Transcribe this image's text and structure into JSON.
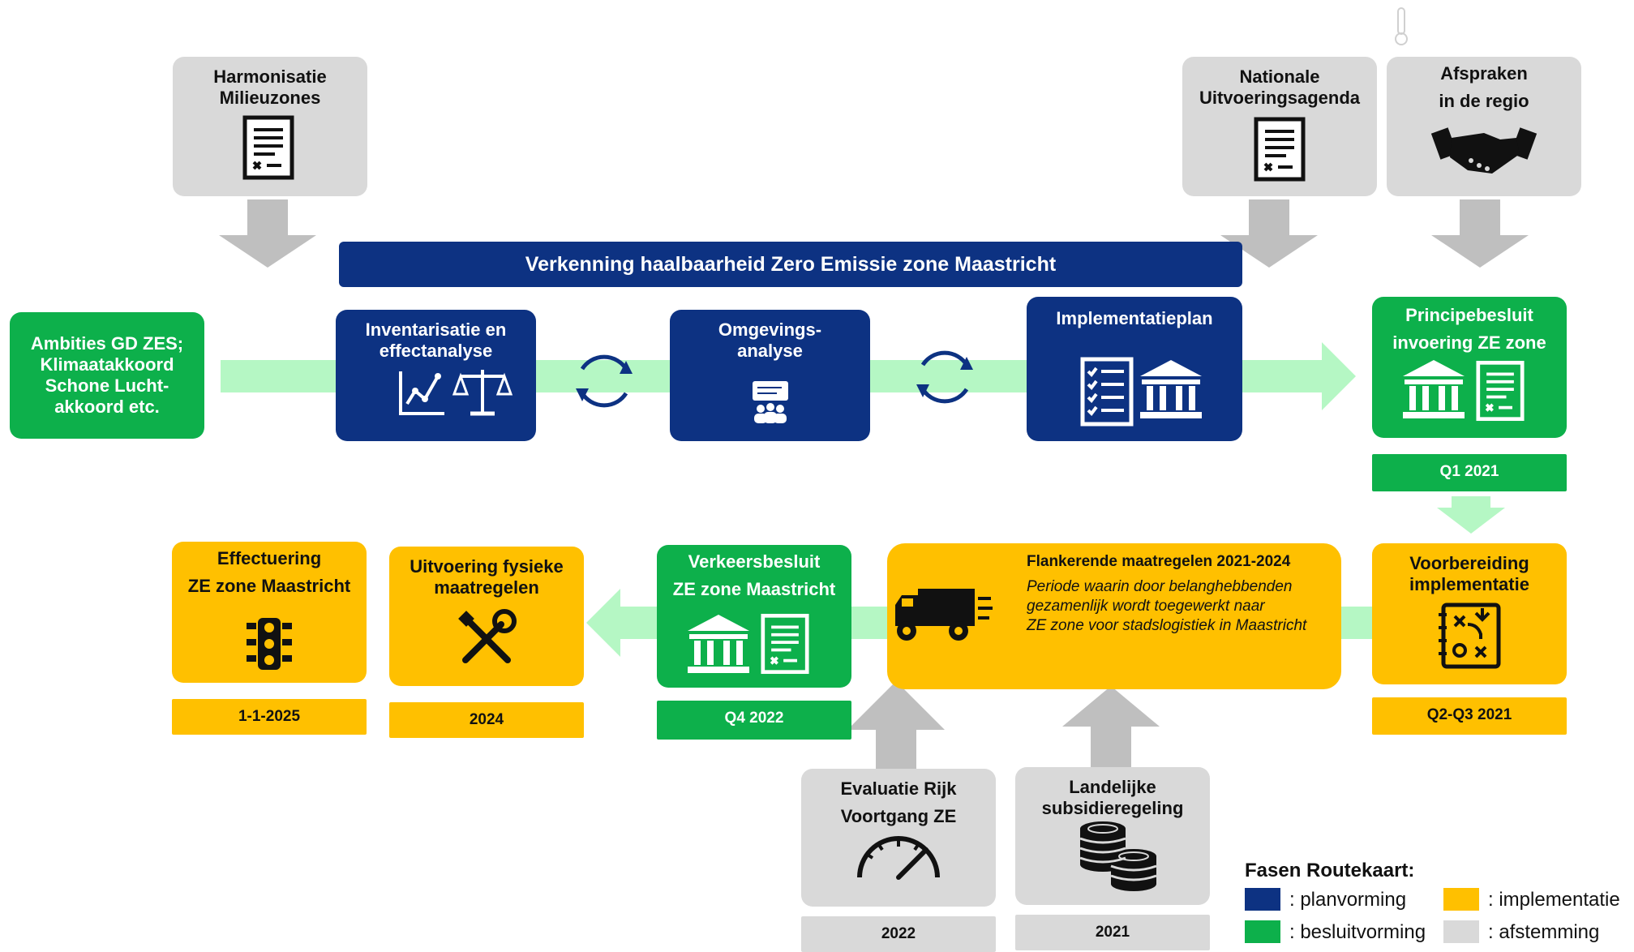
{
  "colors": {
    "planvorming": "#0d3282",
    "besluitvorming": "#0db04b",
    "implementatie": "#ffc000",
    "afstemming": "#d9d9d9",
    "flow_arrow": "#b5f7c4",
    "grey_arrow": "#bfbfbf"
  },
  "top_inputs": {
    "harmonisatie": "Harmonisatie\nMilieuzones",
    "nationale": "Nationale\nUitvoeringsagenda",
    "afspraken": "Afspraken\nin de regio"
  },
  "banner": "Verkenning haalbaarheid Zero Emissie zone Maastricht",
  "row1": {
    "ambities": "Ambities GD ZES;\nKlimaatakkoord\nSchone Lucht-\nakkoord etc.",
    "inventarisatie": "Inventarisatie en\neffectanalyse",
    "omgevings": "Omgevings-\nanalyse",
    "implementatieplan": "Implementatieplan",
    "principebesluit": "Principebesluit\ninvoering ZE zone",
    "principebesluit_date": "Q1 2021"
  },
  "row2": {
    "voorbereiding": "Voorbereiding\nimplementatie",
    "voorbereiding_date": "Q2-Q3 2021",
    "flankerende_title": "Flankerende maatregelen 2021-2024",
    "flankerende_text": "Periode waarin door belanghebbenden\ngezamenlijk wordt toegewerkt naar\nZE zone voor stadslogistiek in Maastricht",
    "verkeersbesluit": "Verkeersbesluit\nZE zone Maastricht",
    "verkeersbesluit_date": "Q4 2022",
    "uitvoering": "Uitvoering fysieke\nmaatregelen",
    "uitvoering_date": "2024",
    "effectuering": "Effectuering\nZE zone Maastricht",
    "effectuering_date": "1-1-2025"
  },
  "bottom_inputs": {
    "evaluatie": "Evaluatie Rijk\nVoortgang ZE",
    "evaluatie_date": "2022",
    "landelijke": "Landelijke\nsubsidieregeling",
    "landelijke_date": "2021"
  },
  "legend": {
    "title": "Fasen Routekaart:",
    "items": [
      {
        "label": ": planvorming",
        "color": "#0d3282"
      },
      {
        "label": ": implementatie",
        "color": "#ffc000"
      },
      {
        "label": ": besluitvorming",
        "color": "#0db04b"
      },
      {
        "label": ": afstemming",
        "color": "#d9d9d9"
      }
    ]
  },
  "icons": [
    "document-icon",
    "handshake-icon",
    "chart-icon",
    "scales-icon",
    "cycle-icon",
    "presentation-icon",
    "checklist-icon",
    "government-building-icon",
    "strategy-icon",
    "truck-icon",
    "tools-icon",
    "traffic-light-icon",
    "speedometer-icon",
    "coins-icon",
    "thermometer-icon"
  ]
}
